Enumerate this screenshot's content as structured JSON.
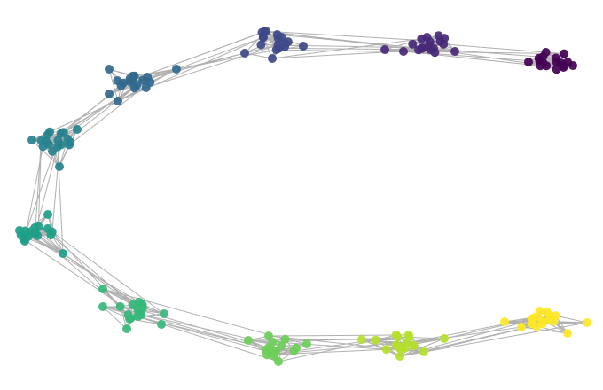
{
  "graph": {
    "edge_color": "#b0b0b0",
    "background": "#ffffff",
    "node_colormap": "viridis",
    "cluster_count": 10,
    "node_count": 176,
    "clusters": [
      {
        "id": 1,
        "color": "#440154",
        "nodes": 18
      },
      {
        "id": 2,
        "color": "#482878",
        "nodes": 18
      },
      {
        "id": 3,
        "color": "#3e4989",
        "nodes": 18
      },
      {
        "id": 4,
        "color": "#31688e",
        "nodes": 18
      },
      {
        "id": 5,
        "color": "#26828e",
        "nodes": 18
      },
      {
        "id": 6,
        "color": "#1f9e89",
        "nodes": 18
      },
      {
        "id": 7,
        "color": "#35b779",
        "nodes": 17
      },
      {
        "id": 8,
        "color": "#6ece58",
        "nodes": 17
      },
      {
        "id": 9,
        "color": "#b5de2b",
        "nodes": 17
      },
      {
        "id": 10,
        "color": "#fde725",
        "nodes": 17
      }
    ]
  }
}
